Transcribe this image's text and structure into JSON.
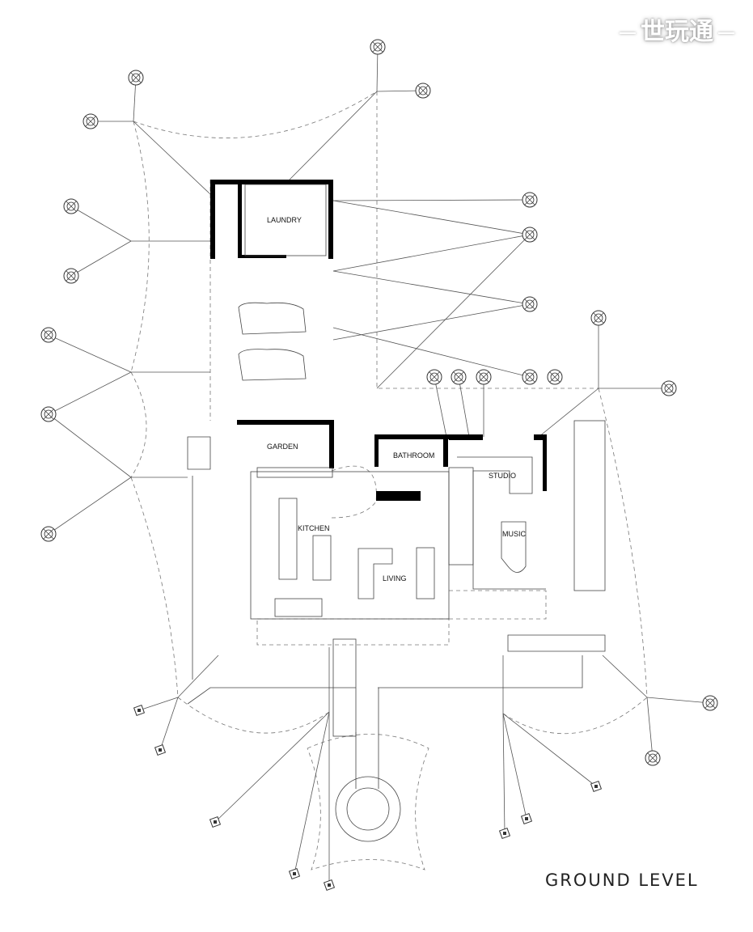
{
  "plan": {
    "title": "GROUND LEVEL",
    "watermark": "世玩通",
    "rooms": {
      "laundry": "LAUNDRY",
      "garden": "GARDEN",
      "bathroom": "BATHROOM",
      "studio": "STUDIO",
      "kitchen": "KITCHEN",
      "music": "MUSIC",
      "living": "LIVING"
    }
  }
}
